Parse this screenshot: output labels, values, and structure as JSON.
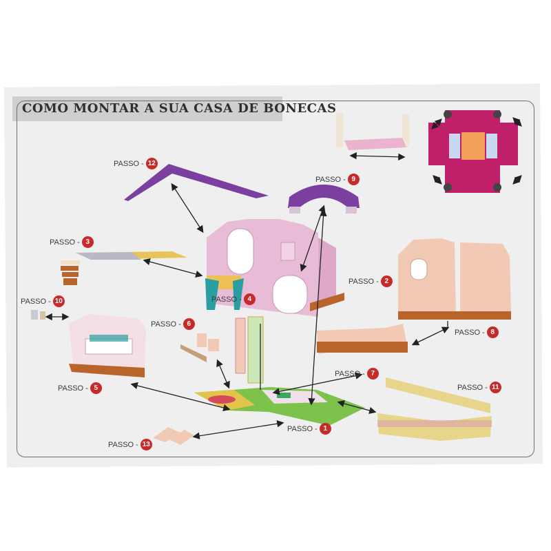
{
  "title": "COMO MONTAR A SUA CASA DE BONECAS",
  "step_word": "PASSO -",
  "steps": [
    {
      "id": "step-1",
      "num": "1"
    },
    {
      "id": "step-2",
      "num": "2"
    },
    {
      "id": "step-3",
      "num": "3"
    },
    {
      "id": "step-4",
      "num": "4"
    },
    {
      "id": "step-5",
      "num": "5"
    },
    {
      "id": "step-6",
      "num": "6"
    },
    {
      "id": "step-7",
      "num": "7"
    },
    {
      "id": "step-8",
      "num": "8"
    },
    {
      "id": "step-9",
      "num": "9"
    },
    {
      "id": "step-10",
      "num": "10"
    },
    {
      "id": "step-11",
      "num": "11"
    },
    {
      "id": "step-12",
      "num": "12"
    },
    {
      "id": "step-13",
      "num": "13"
    }
  ],
  "colors": {
    "badge": "#c82a2a",
    "roof": "#7b3fa0",
    "house_wall": "#e8bcd6",
    "floor_green": "#7dc24b",
    "floor_yellow": "#e3c44a",
    "wood": "#b8642a",
    "fence": "#e8d58c",
    "bed": "#c0206a"
  }
}
